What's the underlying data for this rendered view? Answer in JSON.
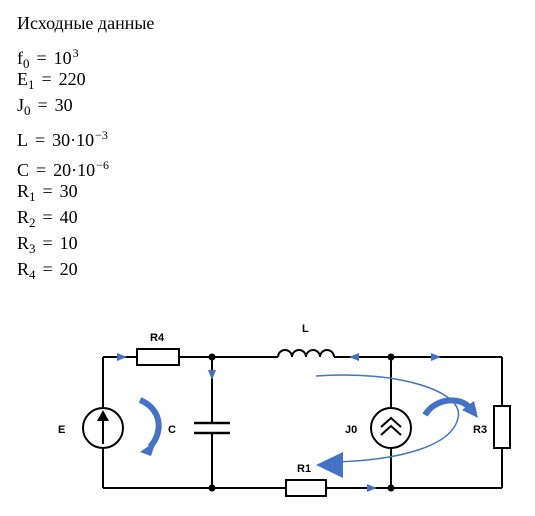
{
  "params": {
    "title": "Исходные данные",
    "f0": {
      "sym": "f",
      "sub": "0",
      "eq": "=",
      "base": "10",
      "exp": "3"
    },
    "E1": {
      "sym": "E",
      "sub": "1",
      "eq": "=",
      "val": "220"
    },
    "J0": {
      "sym": "J",
      "sub": "0",
      "eq": "=",
      "val": "30"
    },
    "L": {
      "sym": "L",
      "eq": "=",
      "val": "30·10",
      "exp": "−3"
    },
    "C": {
      "sym": "C",
      "eq": "=",
      "val": "20·10",
      "exp": "−6"
    },
    "R1": {
      "sym": "R",
      "sub": "1",
      "eq": "=",
      "val": "30"
    },
    "R2": {
      "sym": "R",
      "sub": "2",
      "eq": "=",
      "val": "40"
    },
    "R3": {
      "sym": "R",
      "sub": "3",
      "eq": "=",
      "val": "10"
    },
    "R4": {
      "sym": "R",
      "sub": "4",
      "eq": "=",
      "val": "20"
    }
  },
  "circuit": {
    "labels": {
      "R4": "R4",
      "L": "L",
      "E": "E",
      "C": "C",
      "J0": "J0",
      "R3": "R3",
      "R1": "R1"
    },
    "colors": {
      "wire": "#000000",
      "arrow": "#4472c4"
    }
  }
}
